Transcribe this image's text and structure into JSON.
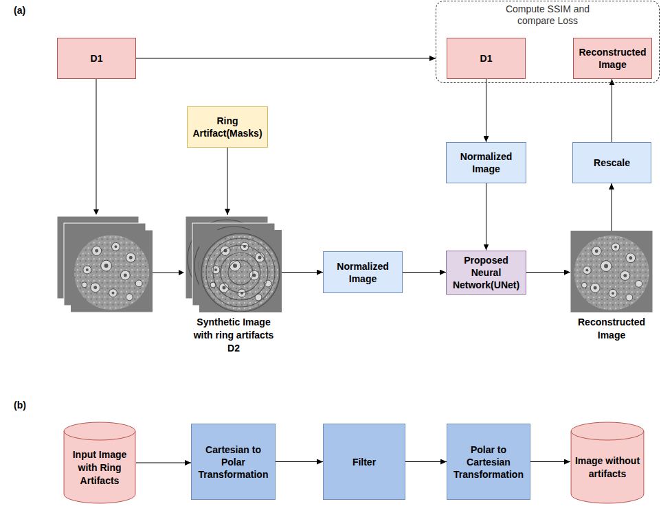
{
  "diagram": {
    "nodes": [
      {
        "text": [
          "D1"
        ]
      },
      {
        "text": [
          "Ring Artifact(Masks)"
        ]
      },
      {
        "text": [
          "Compute SSIM and compare Loss"
        ]
      },
      {
        "text": [
          "D1"
        ],
        "in": 2
      },
      {
        "text": [
          "Reconstructed Image"
        ],
        "in": 2
      },
      {
        "text": [
          "Normalized Image"
        ]
      },
      {
        "text": [
          "Rescale"
        ]
      },
      {
        "text": [
          "Synthetic Image with ring artifacts D2"
        ]
      },
      {
        "text": [
          "Normalized Image"
        ]
      },
      {
        "text": [
          "Proposed Neural Network(UNet)"
        ]
      },
      {
        "text": [
          "Reconstructed Image"
        ]
      },
      {
        "text": [
          "Input Image with Ring Artifacts"
        ]
      },
      {
        "text": [
          "Cartesian to Polar Transformation"
        ]
      },
      {
        "text": [
          "Filter"
        ]
      },
      {
        "text": [
          "Polar to Cartesian Transformation"
        ]
      },
      {
        "text": [
          "Image without artifacts"
        ]
      }
    ],
    "edges": [
      {
        "from": 0,
        "to": 2,
        "arrow": "to"
      },
      {
        "from": 1,
        "to": 7,
        "arrow": "to"
      },
      {
        "from": 7,
        "to": 8,
        "arrow": "to"
      },
      {
        "from": 8,
        "to": 9,
        "arrow": "to"
      },
      {
        "from": 3,
        "to": 5,
        "arrow": "to"
      },
      {
        "from": 5,
        "to": 9,
        "arrow": "to"
      },
      {
        "from": 9,
        "to": 10,
        "arrow": "to"
      },
      {
        "from": 10,
        "to": 6,
        "arrow": "to"
      },
      {
        "from": 6,
        "to": 4,
        "arrow": "to"
      },
      {
        "from": 11,
        "to": 12,
        "arrow": "to"
      },
      {
        "from": 12,
        "to": 13,
        "arrow": "to"
      },
      {
        "from": 13,
        "to": 14,
        "arrow": "to"
      },
      {
        "from": 14,
        "to": 15,
        "arrow": "to"
      }
    ],
    "labels": [
      "(a)",
      "(b)"
    ]
  }
}
